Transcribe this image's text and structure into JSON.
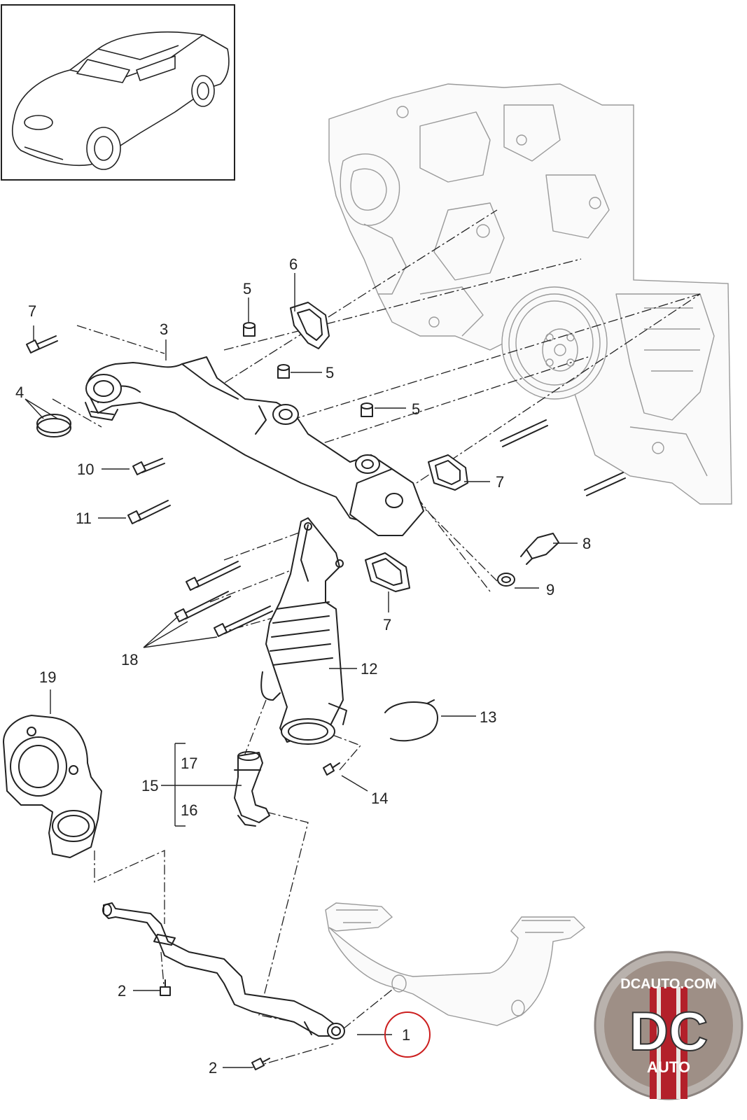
{
  "callouts": [
    {
      "id": "c1",
      "label": "1"
    },
    {
      "id": "c2a",
      "label": "2"
    },
    {
      "id": "c2b",
      "label": "2"
    },
    {
      "id": "c3",
      "label": "3"
    },
    {
      "id": "c4",
      "label": "4"
    },
    {
      "id": "c5a",
      "label": "5"
    },
    {
      "id": "c5b",
      "label": "5"
    },
    {
      "id": "c5c",
      "label": "5"
    },
    {
      "id": "c6",
      "label": "6"
    },
    {
      "id": "c7a",
      "label": "7"
    },
    {
      "id": "c7b",
      "label": "7"
    },
    {
      "id": "c7c",
      "label": "7"
    },
    {
      "id": "c8",
      "label": "8"
    },
    {
      "id": "c9",
      "label": "9"
    },
    {
      "id": "c10",
      "label": "10"
    },
    {
      "id": "c11",
      "label": "11"
    },
    {
      "id": "c12",
      "label": "12"
    },
    {
      "id": "c13",
      "label": "13"
    },
    {
      "id": "c14",
      "label": "14"
    },
    {
      "id": "c15",
      "label": "15"
    },
    {
      "id": "c16",
      "label": "16"
    },
    {
      "id": "c17",
      "label": "17"
    },
    {
      "id": "c18",
      "label": "18"
    },
    {
      "id": "c19",
      "label": "19"
    }
  ],
  "highlight": {
    "callout": "1",
    "color": "#cc1f1f"
  },
  "logo": {
    "top_text": "DCAUTO.COM",
    "main_text": "DC",
    "sub_text": "AUTO",
    "colors": {
      "ring": "#b9b2ad",
      "face": "#9e8f86",
      "stripe": "#b3202a"
    }
  }
}
